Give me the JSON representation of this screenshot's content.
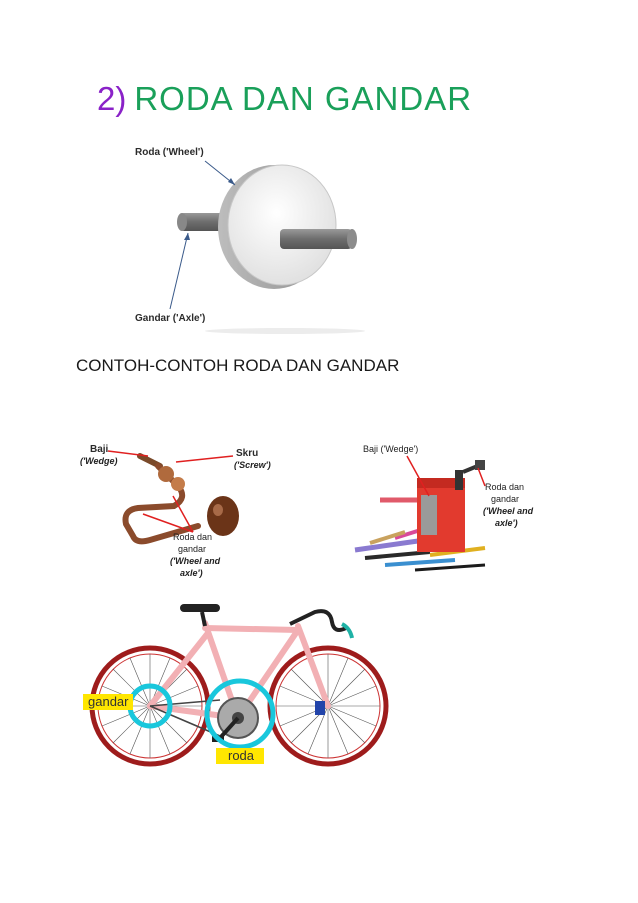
{
  "heading": {
    "number": "2)",
    "title": "RODA  DAN  GANDAR"
  },
  "figure_main": {
    "wheel_label": "Roda ('Wheel')",
    "axle_label": "Gandar ('Axle')"
  },
  "subheading": "CONTOH-CONTOH RODA DAN GANDAR",
  "figure_drill": {
    "wedge_label_1": "Baji",
    "wedge_label_2": "('Wedge)",
    "screw_label_1": "Skru",
    "screw_label_2": "('Screw')",
    "wheel_axle_1": "Roda dan",
    "wheel_axle_2": "gandar",
    "wheel_axle_3": "('Wheel and",
    "wheel_axle_4": "axle')"
  },
  "figure_sharpener": {
    "wedge_label": "Baji ('Wedge')",
    "wheel_axle_1": "Roda dan",
    "wheel_axle_2": "gandar",
    "wheel_axle_3": "('Wheel and",
    "wheel_axle_4": "axle')"
  },
  "figure_bicycle": {
    "gandar_label": "gandar",
    "roda_label": "roda"
  },
  "colors": {
    "number": "#8a22c8",
    "title": "#1aa05a",
    "arrow_red": "#e02020",
    "highlight": "#ffe600",
    "ring": "#19c7dc"
  }
}
